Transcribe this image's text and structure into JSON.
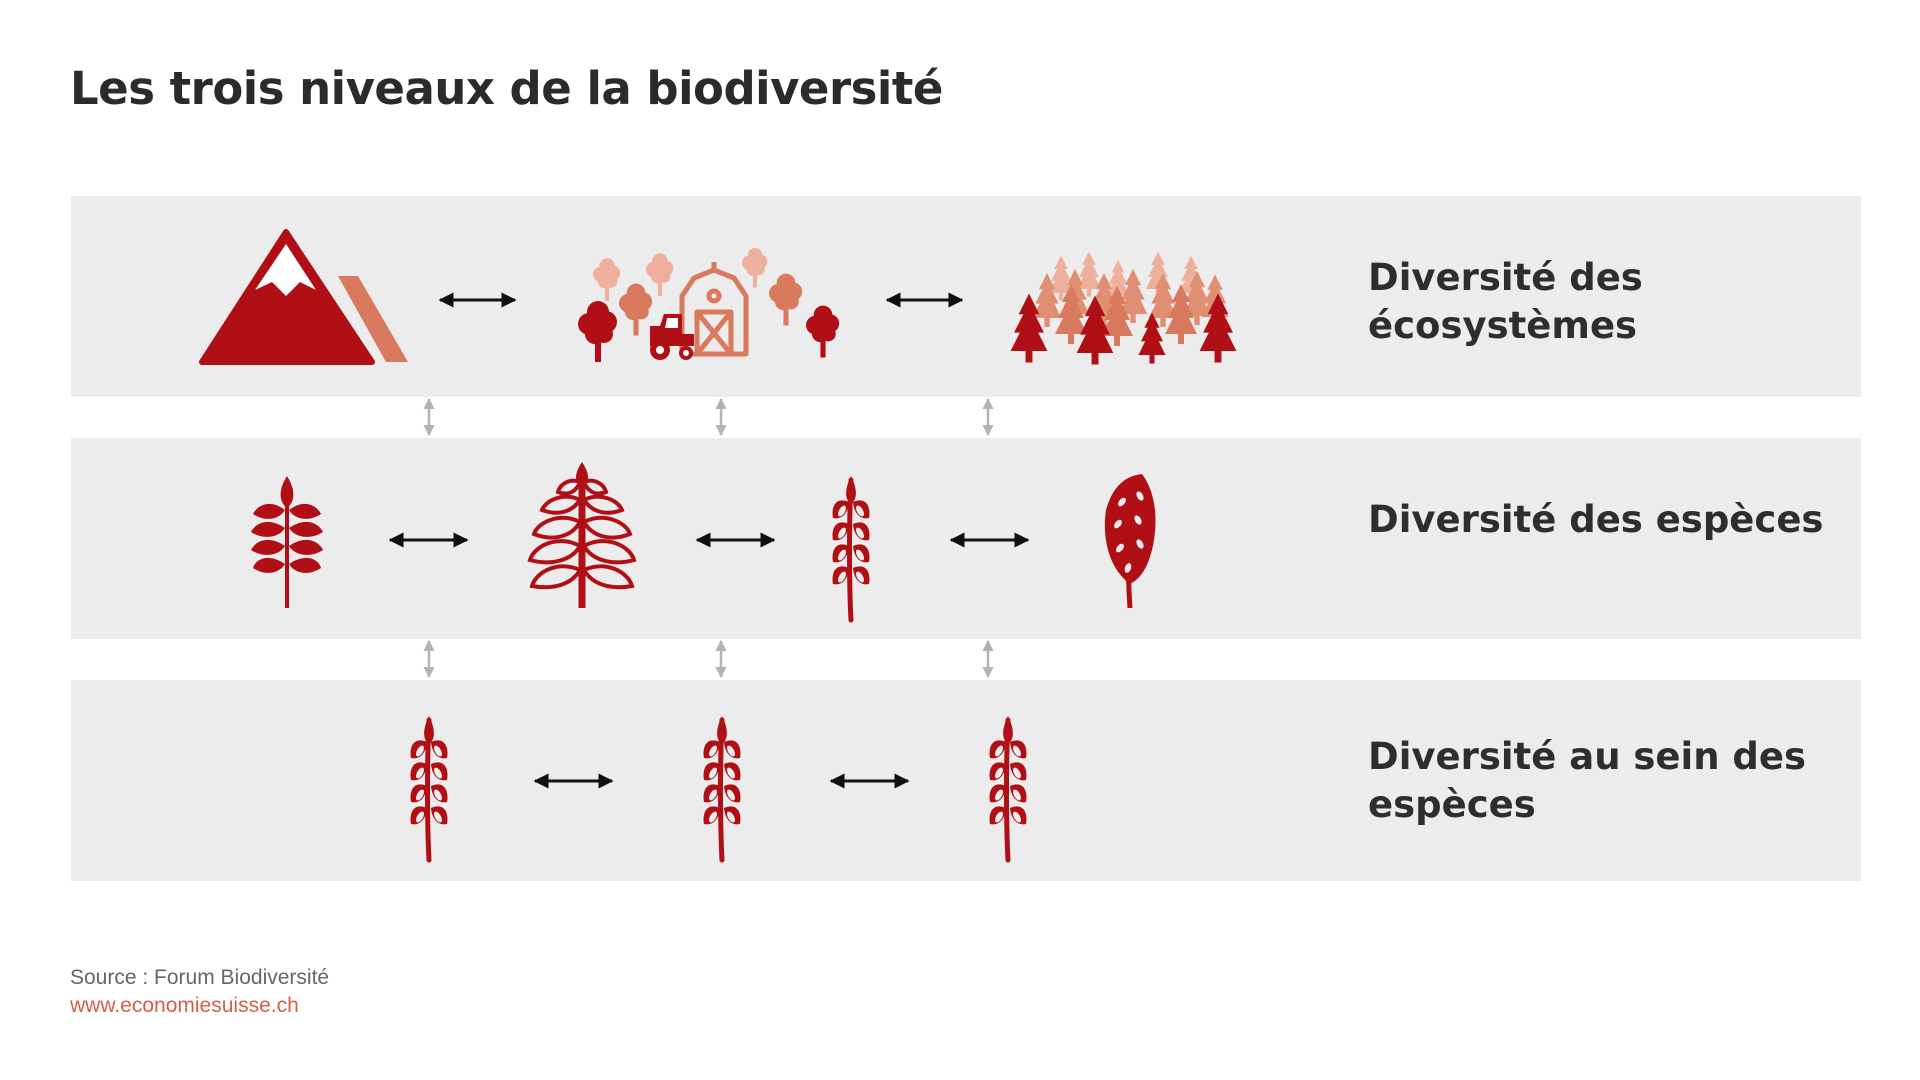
{
  "title": "Les trois niveaux de la biodiversité",
  "levels": [
    {
      "label": "Diversité des écosystèmes",
      "icons": [
        "mountain-icon",
        "farm-icon",
        "forest-icon"
      ]
    },
    {
      "label": "Diversité des espèces",
      "icons": [
        "grass-ear-icon",
        "fern-leaf-icon",
        "wheat-ear-icon",
        "rye-ear-icon"
      ]
    },
    {
      "label": "Diversité au sein des espèces",
      "icons": [
        "wheat-ear-icon",
        "wheat-ear-icon",
        "wheat-ear-icon"
      ]
    }
  ],
  "footer": {
    "source": "Source : Forum Biodiversité",
    "url": "www.economiesuisse.ch"
  },
  "colors": {
    "dark_red": "#b01015",
    "salmon": "#d97a5e",
    "pale_salmon": "#eeb09c",
    "band": "#ececec",
    "arrow_black": "#111111",
    "arrow_grey": "#b3b3b3"
  }
}
